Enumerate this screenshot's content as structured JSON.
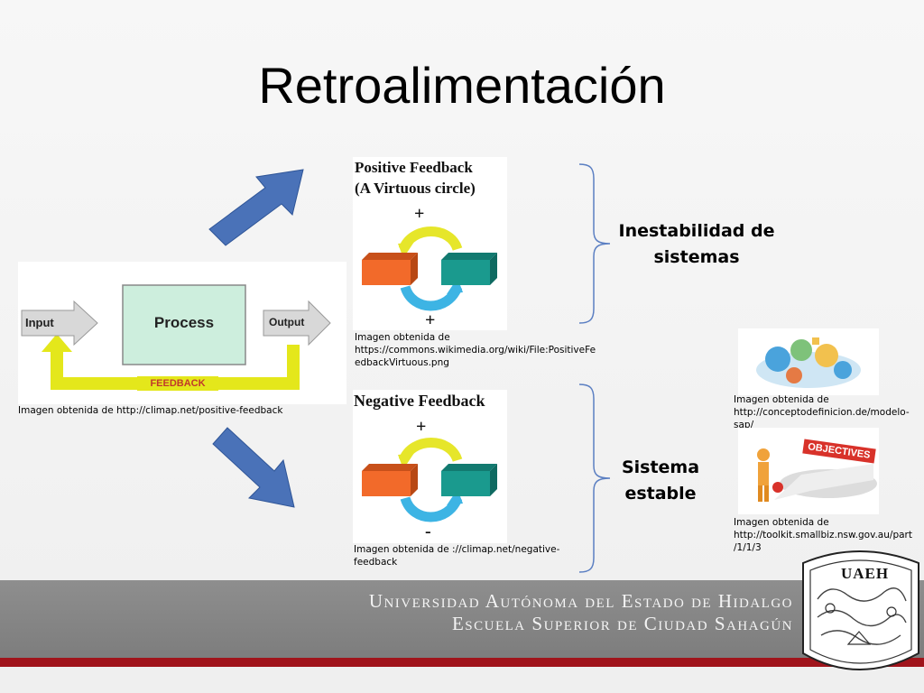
{
  "slide": {
    "title": "Retroalimentación"
  },
  "process_diagram": {
    "input_label": "Input",
    "process_label": "Process",
    "output_label": "Output",
    "feedback_label": "FEEDBACK",
    "caption": "Imagen obtenida de http://climap.net/positive-feedback"
  },
  "positive_feedback": {
    "heading_line1": "Positive Feedback",
    "heading_line2": "(A Virtuous circle)",
    "sign_top": "+",
    "sign_bottom": "+",
    "caption_line1": "Imagen obtenida de",
    "caption_line2": "https://commons.wikimedia.org/wiki/File:PositiveFe",
    "caption_line3": "edbackVirtuous.png"
  },
  "negative_feedback": {
    "heading": "Negative Feedback",
    "sign_top": "+",
    "sign_bottom": "-",
    "caption_line1": "Imagen obtenida de ://climap.net/negative-",
    "caption_line2": "feedback"
  },
  "concepts": {
    "top_line1": "Inestabilidad de",
    "top_line2": "sistemas",
    "bottom_line1": "Sistema",
    "bottom_line2": "estable"
  },
  "right_images": {
    "model_caption_line1": "Imagen obtenida de",
    "model_caption_line2": "http://conceptodefinicion.de/modelo-",
    "model_caption_line3": "sap/",
    "objectives_sign": "OBJECTIVES",
    "objectives_caption_line1": "Imagen obtenida de",
    "objectives_caption_line2": "http://toolkit.smallbiz.nsw.gov.au/part",
    "objectives_caption_line3": "/1/1/3"
  },
  "footer": {
    "university": "Universidad Autónoma del Estado de Hidalgo",
    "school": "Escuela Superior de Ciudad Sahagún",
    "seal_text": "UAEH"
  },
  "colors": {
    "arrow_blue": "#4a72b8",
    "orange_block": "#f26a2a",
    "teal_block": "#1a9a8e",
    "yellow_arrow": "#e6e62a",
    "cyan_arrow": "#3db4e4",
    "footer_gray": "#858585",
    "footer_red": "#a0141b",
    "brace_blue": "#5b7fc2"
  }
}
